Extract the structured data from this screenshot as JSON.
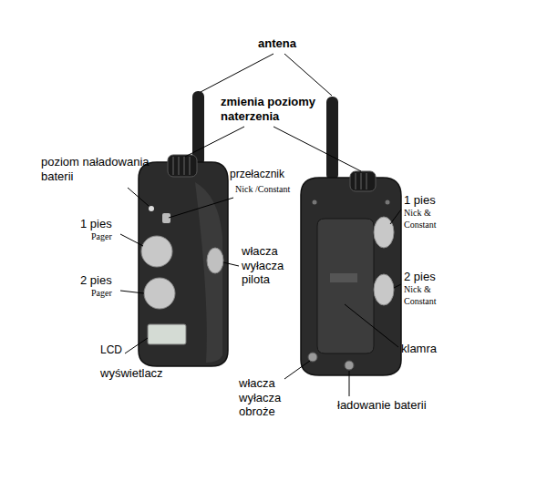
{
  "diagram": {
    "labels": [
      "antena",
      "zmienia poziomy naterzenia",
      "poziom naładowania baterii",
      "przełacznik",
      "Nick /Constant",
      "1 pies",
      "Pager",
      "2 pies",
      "Pager",
      "włacza wyłacza pilota",
      "LCD",
      "wyświetlacz",
      "1 pies",
      "Nick & Constant",
      "2 pies",
      "Nick & Constant",
      "klamra",
      "włacza wyłacza obroże",
      "ładowanie baterii"
    ]
  }
}
